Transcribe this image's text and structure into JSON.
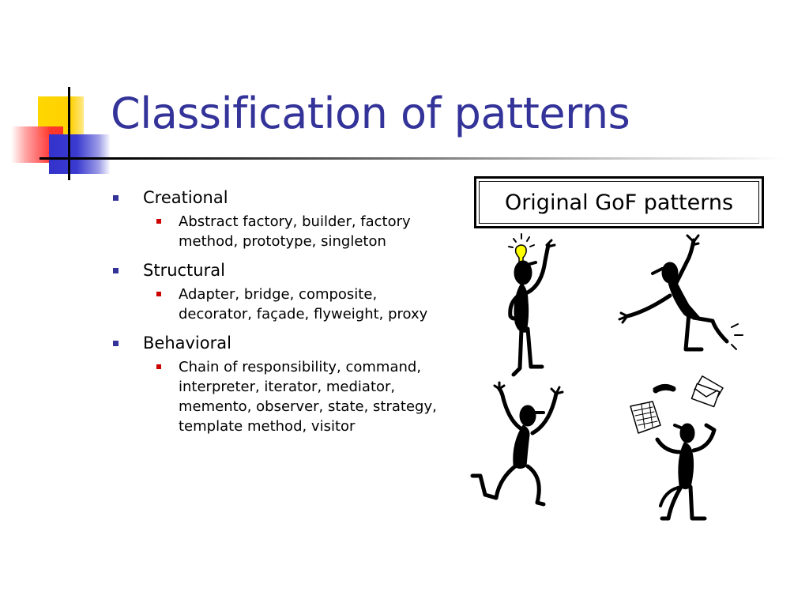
{
  "slide": {
    "title": "Classification of patterns",
    "categories": [
      {
        "name": "Creational",
        "patterns": "Abstract factory, builder, factory method, prototype, singleton"
      },
      {
        "name": "Structural",
        "patterns": "Adapter, bridge, composite, decorator, façade, flyweight, proxy"
      },
      {
        "name": "Behavioral",
        "patterns": "Chain of responsibility, command, interpreter, iterator, mediator, memento, observer, state, strategy, template method, visitor"
      }
    ],
    "gof_label": "Original GoF patterns"
  },
  "colors": {
    "title": "#333399",
    "level1_bullet": "#333399",
    "level2_bullet": "#cc0000",
    "accent_yellow": "#ffd700",
    "accent_red": "#ff3030",
    "accent_blue": "#3333cc"
  },
  "icons": [
    "lightbulb-icon",
    "telephone-icon",
    "envelopes-icon",
    "papers-icon"
  ]
}
